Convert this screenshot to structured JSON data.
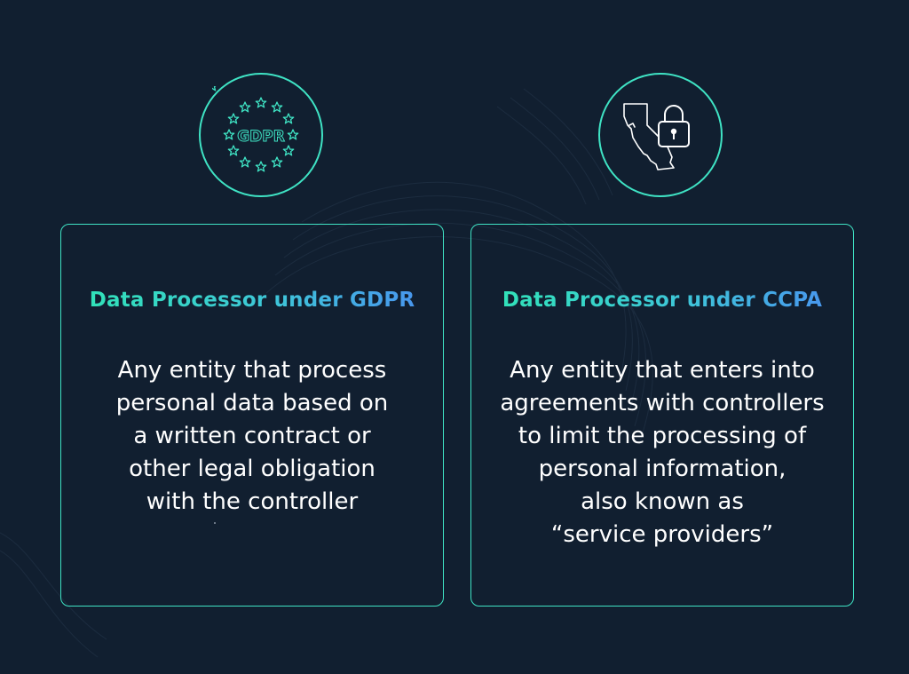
{
  "colors": {
    "background": "#111f30",
    "accent_teal": "#3fe3c4",
    "title_gradient_start": "#2fe6b4",
    "title_gradient_end": "#4a8ef2",
    "body_text": "#ffffff"
  },
  "gdpr": {
    "icon": "gdpr-stars-icon",
    "badge_text": "GDPR",
    "title": "Data Processor under GDPR",
    "body_lines": [
      "Any entity that process",
      "personal data based on",
      "a written contract or",
      "other legal obligation",
      "with the controller"
    ]
  },
  "ccpa": {
    "icon": "california-lock-icon",
    "title": "Data Processor under CCPA",
    "body_lines": [
      "Any entity that enters into",
      "agreements with controllers",
      "to limit the processing of",
      "personal information,",
      "also known as",
      "“service providers”"
    ]
  }
}
